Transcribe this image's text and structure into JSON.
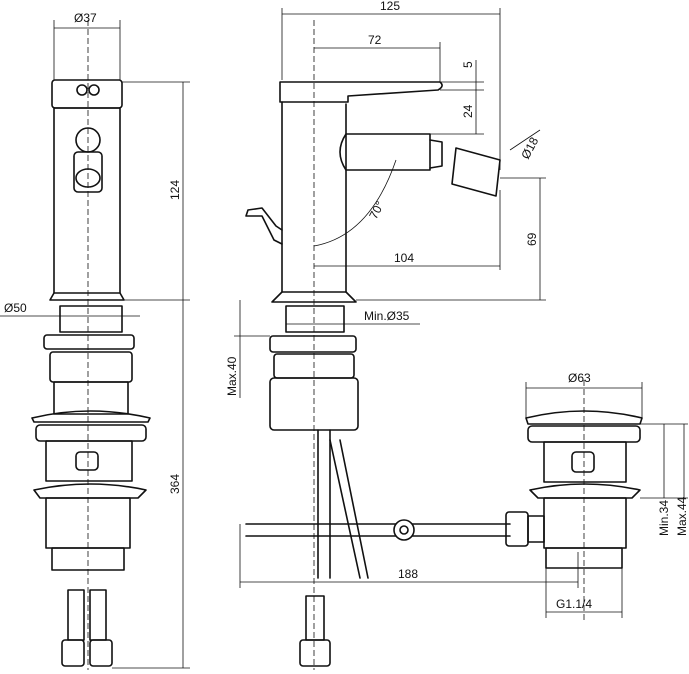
{
  "dimensions": {
    "body_diameter": "Ø37",
    "overall_width": "125",
    "spout_reach": "72",
    "top_offset": "5",
    "lever_height": "24",
    "spout_diameter": "Ø18",
    "body_height": "124",
    "swivel_angle": "70°",
    "spout_height": "69",
    "spout_projection": "104",
    "base_diameter": "Ø50",
    "min_hole_diameter": "Min.Ø35",
    "max_deck_thickness": "Max.40",
    "overall_height": "364",
    "waste_diameter": "Ø63",
    "waste_min": "Min.34",
    "waste_max": "Max.44",
    "rod_length": "188",
    "thread": "G1.1/4"
  }
}
